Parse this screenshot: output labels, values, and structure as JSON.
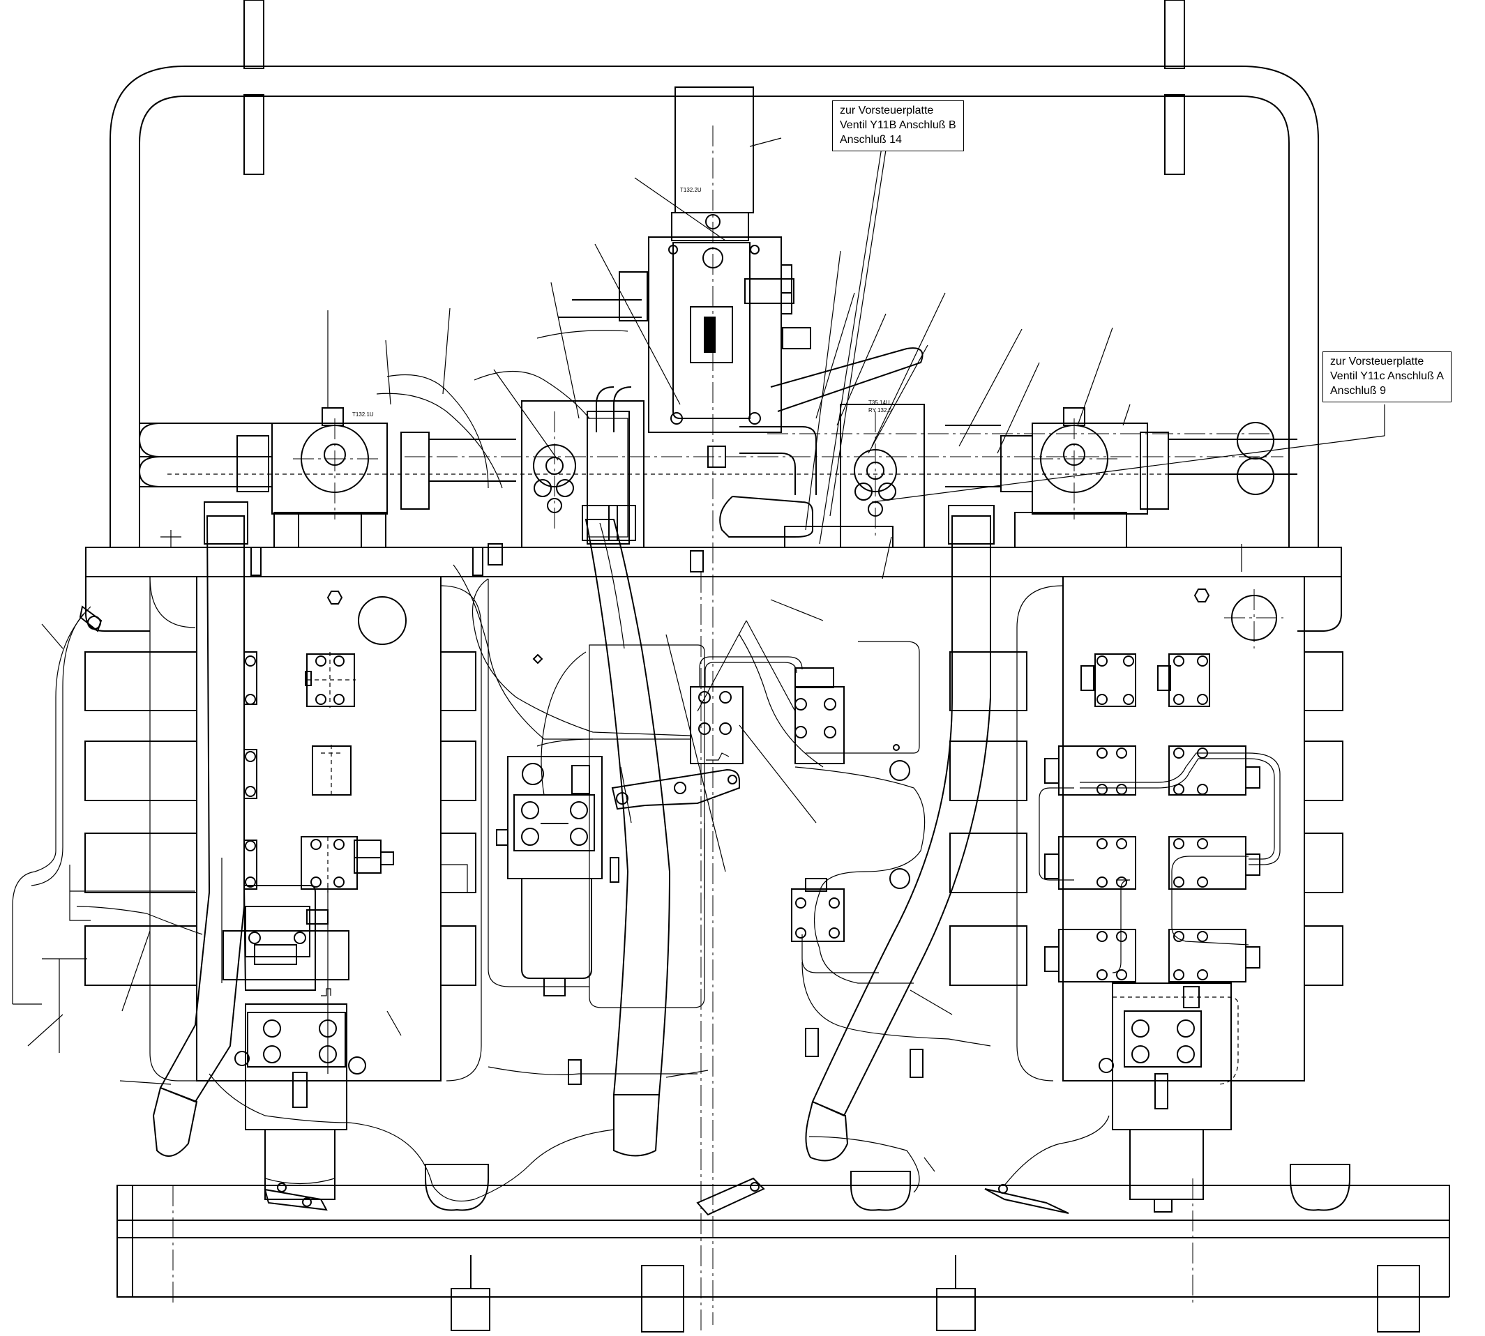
{
  "callouts": [
    {
      "lines": [
        "zur Vorsteuerplatte",
        "Ventil Y11B Anschluß B",
        "Anschluß 14"
      ]
    },
    {
      "lines": [
        "zur Vorsteuerplatte",
        "Ventil Y11c Anschluß A",
        "Anschluß 9"
      ]
    }
  ],
  "tags": {
    "t132_2u": "T132.2U",
    "t132_1u": "T132.1U",
    "t35_14u": "T35.14U",
    "ry132": "RY 132.0"
  },
  "line_color": "#000000",
  "background_color": "#ffffff"
}
